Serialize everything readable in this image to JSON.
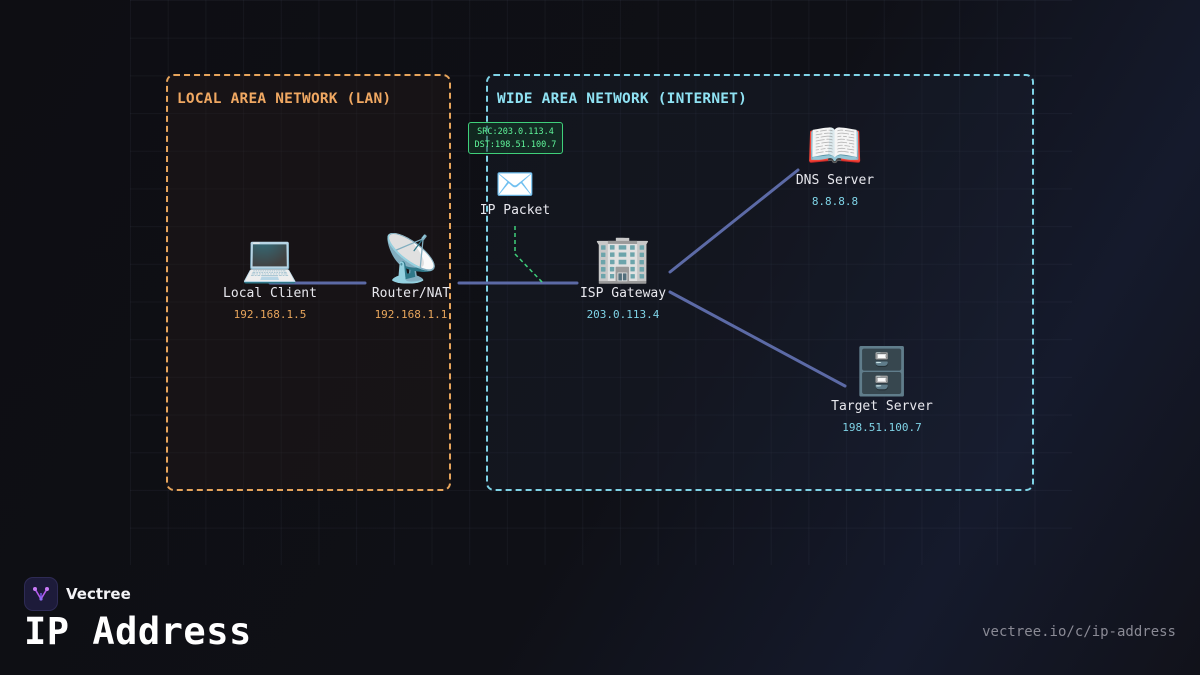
{
  "zones": {
    "lan": {
      "title": "LOCAL AREA NETWORK (LAN)",
      "color": "#e7a55c"
    },
    "wan": {
      "title": "WIDE AREA NETWORK (INTERNET)",
      "color": "#7fd3e6"
    }
  },
  "nodes": {
    "local_client": {
      "icon": "laptop-icon",
      "glyph": "💻",
      "name": "Local Client",
      "ip": "192.168.1.5"
    },
    "router": {
      "icon": "satellite-antenna-icon",
      "glyph": "📡",
      "name": "Router/NAT",
      "ip": "192.168.1.1"
    },
    "isp_gateway": {
      "icon": "office-building-icon",
      "glyph": "🏢",
      "name": "ISP Gateway",
      "ip": "203.0.113.4"
    },
    "dns_server": {
      "icon": "open-book-icon",
      "glyph": "📖",
      "name": "DNS Server",
      "ip": "8.8.8.8"
    },
    "target_server": {
      "icon": "file-cabinet-icon",
      "glyph": "🗄️",
      "name": "Target Server",
      "ip": "198.51.100.7"
    }
  },
  "packet": {
    "icon": "envelope-icon",
    "glyph": "✉️",
    "name": "IP Packet",
    "src": "SRC:203.0.113.4",
    "dst": "DST:198.51.100.7",
    "color": "#3fd07a"
  },
  "link_color": "#5c6aa6",
  "footer": {
    "brand": "Vectree",
    "title": "IP Address",
    "url": "vectree.io/c/ip-address"
  }
}
